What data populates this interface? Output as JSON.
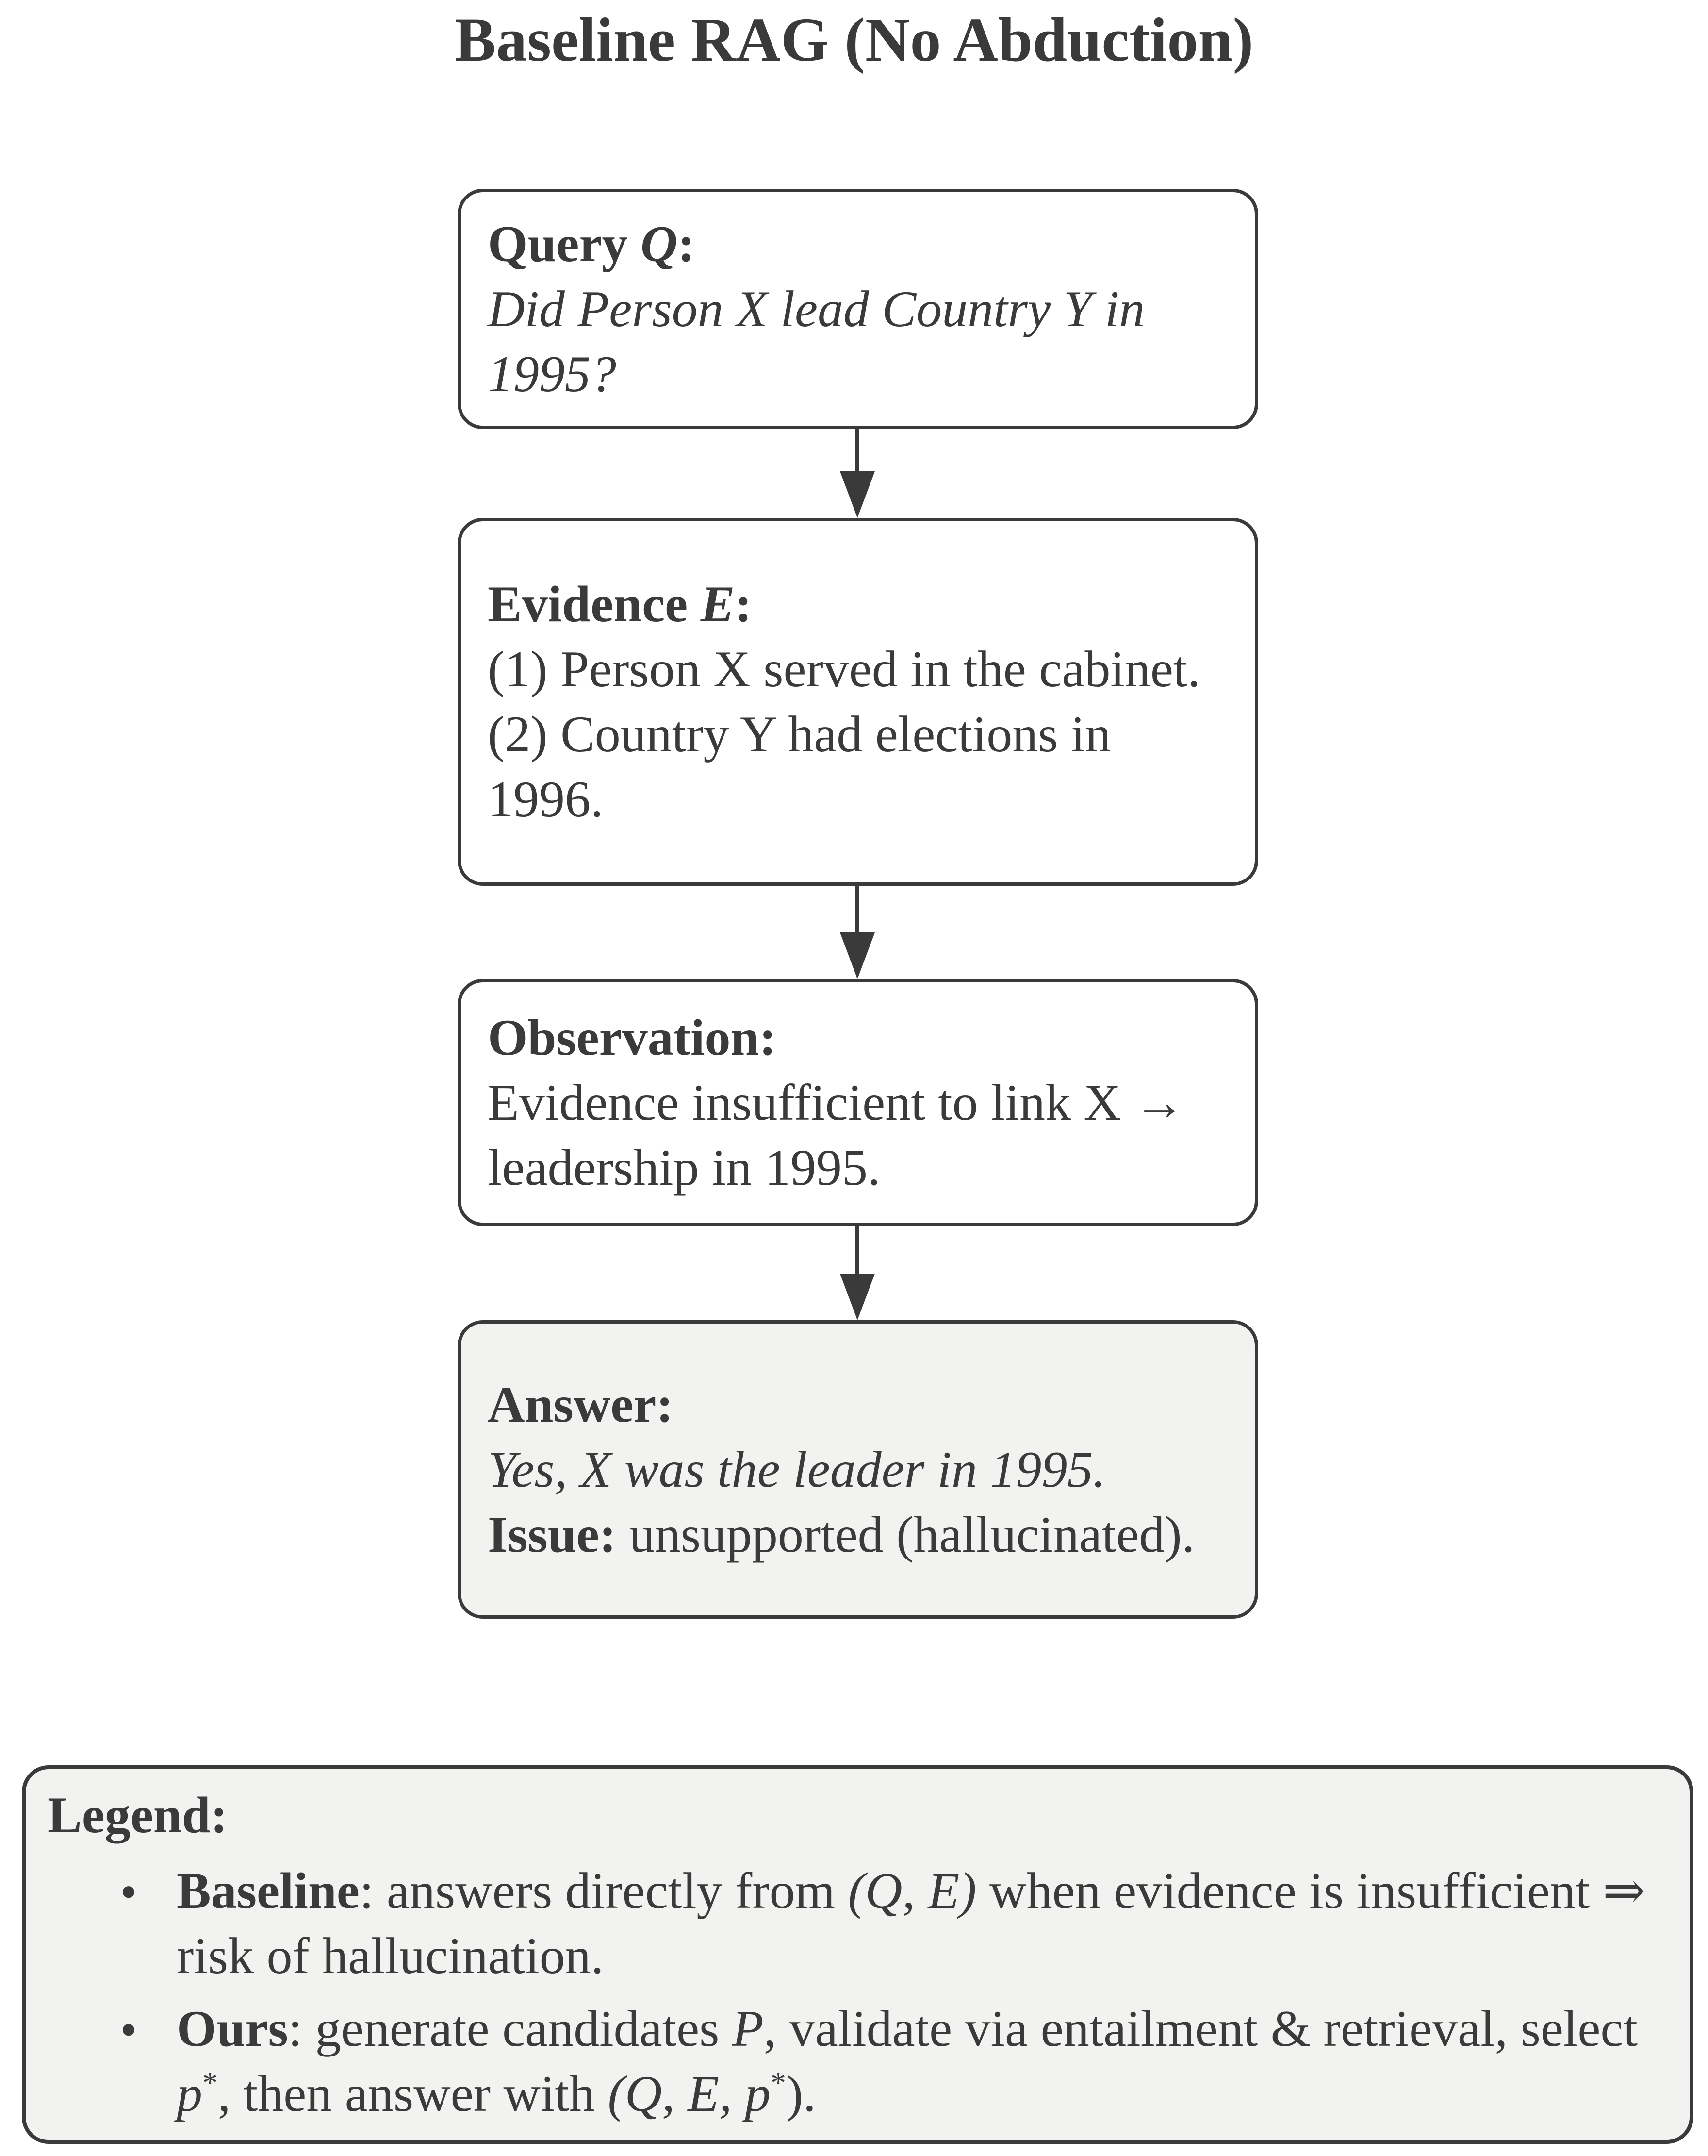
{
  "page": {
    "title": "Baseline RAG (No Abduction)"
  },
  "colors": {
    "ink": "#3a3a3a",
    "box_bg": "#ffffff",
    "shaded_bg": "#f2f2f1",
    "page_bg": "#ffffff"
  },
  "flow": {
    "query": {
      "label": "Query ",
      "label_var": "Q",
      "colon": ":",
      "body": "Did Person X lead Country Y in 1995?"
    },
    "evidence": {
      "label": "Evidence ",
      "label_var": "E",
      "colon": ":",
      "items": [
        "(1) Person X served in the cabinet.",
        "(2) Country Y had elections in 1996."
      ]
    },
    "observation": {
      "label": "Observation:",
      "body": "Evidence insufficient to link X → leadership in 1995."
    },
    "answer": {
      "label": "Answer:",
      "body": "Yes, X was the leader in 1995.",
      "issue_label": "Issue:",
      "issue_text": " unsupported (hallucinated)."
    }
  },
  "legend": {
    "title": "Legend:",
    "items": [
      {
        "term": "Baseline",
        "t1": ": answers directly from ",
        "m1": "(Q, E)",
        "t2": " when evidence is insufficient ",
        "m2": "⇒",
        "t3": " risk of hallucination."
      },
      {
        "term": "Ours",
        "t1": ": generate candidates ",
        "m1": "P",
        "t2": ", validate via entailment & retrieval, select ",
        "m2": "p",
        "m2sup": "*",
        "t3": ", then answer with ",
        "m3": "(Q, E, p",
        "m3sup": "*",
        "t4": ")."
      }
    ]
  }
}
